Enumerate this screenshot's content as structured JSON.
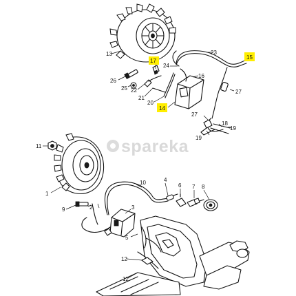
{
  "watermark": {
    "text": "spareka",
    "color": "#d6d6d6"
  },
  "highlight_color": "#ffee00",
  "highlighted_labels": {
    "l17": "17",
    "l15": "15",
    "l14": "14"
  },
  "labels": {
    "l13": "13",
    "l23": "23",
    "l24": "24",
    "l16": "16",
    "l26": "26",
    "l25": "25",
    "l22": "22",
    "l21": "21",
    "l20": "20",
    "l27a": "27",
    "l27b": "27",
    "l18": "18",
    "l19a": "19",
    "l19b": "19",
    "l11": "11",
    "l1": "1",
    "l10": "10",
    "l4": "4",
    "l6": "6",
    "l7": "7",
    "l8": "8",
    "l2": "2",
    "l3": "3",
    "l5": "5",
    "l9": "9",
    "l12": "12"
  }
}
